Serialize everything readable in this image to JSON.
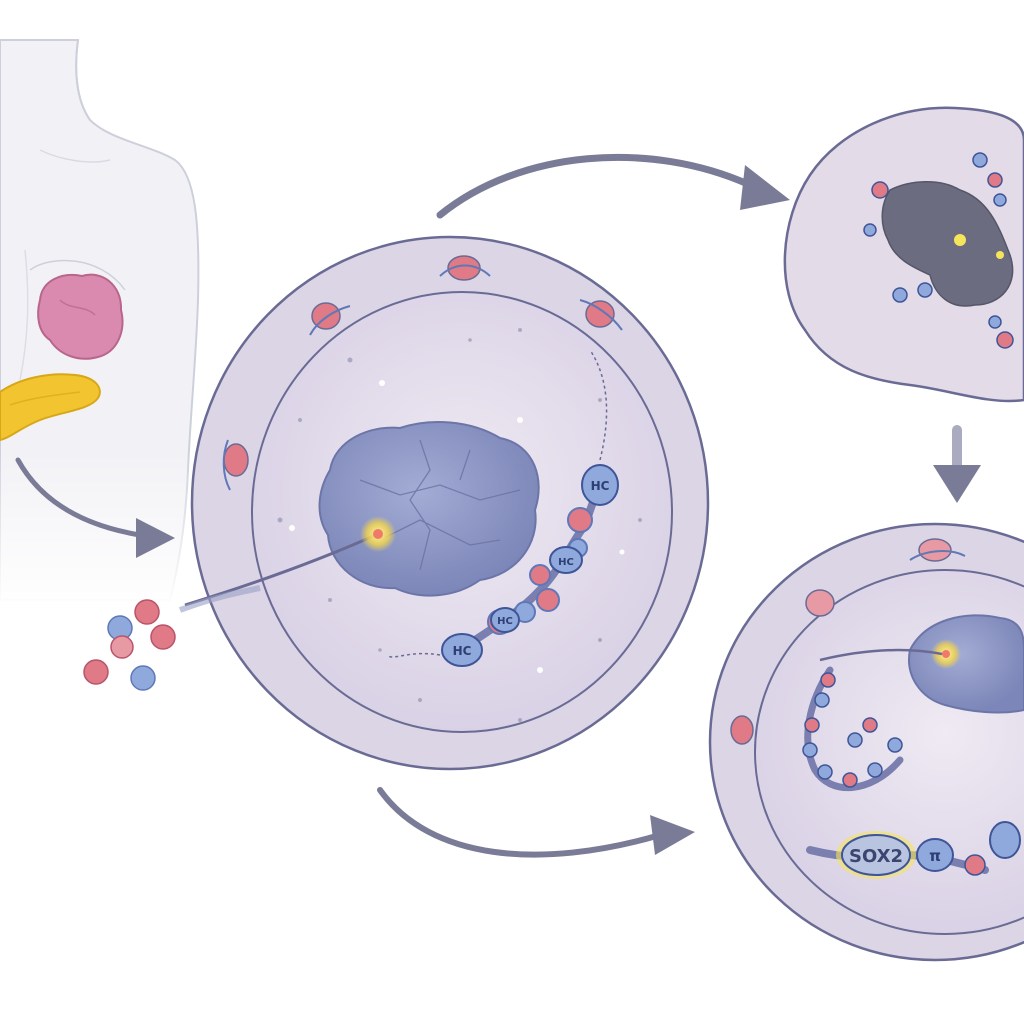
{
  "diagram": {
    "colors": {
      "background": "#ffffff",
      "body_outline": "#cdd0dc",
      "organ_pink": "#d98aae",
      "organ_yellow": "#f2c530",
      "cell_membrane": "#6a6b95",
      "cell_cytoplasm": "#e6e0ec",
      "nucleus": "#8f99c6",
      "arrow": "#7a7b96",
      "bead_blue": "#8fa9dc",
      "bead_red": "#e07a86",
      "highlight_yellow": "#f6e55a"
    },
    "labels": {
      "cell_main_bead_1": "HC",
      "cell_main_bead_2": "HC",
      "cell_main_bead_3": "HC",
      "cell_main_bead_4": "HC",
      "cell_right_bead_1": "SOX2",
      "cell_right_bead_2": "π"
    }
  }
}
